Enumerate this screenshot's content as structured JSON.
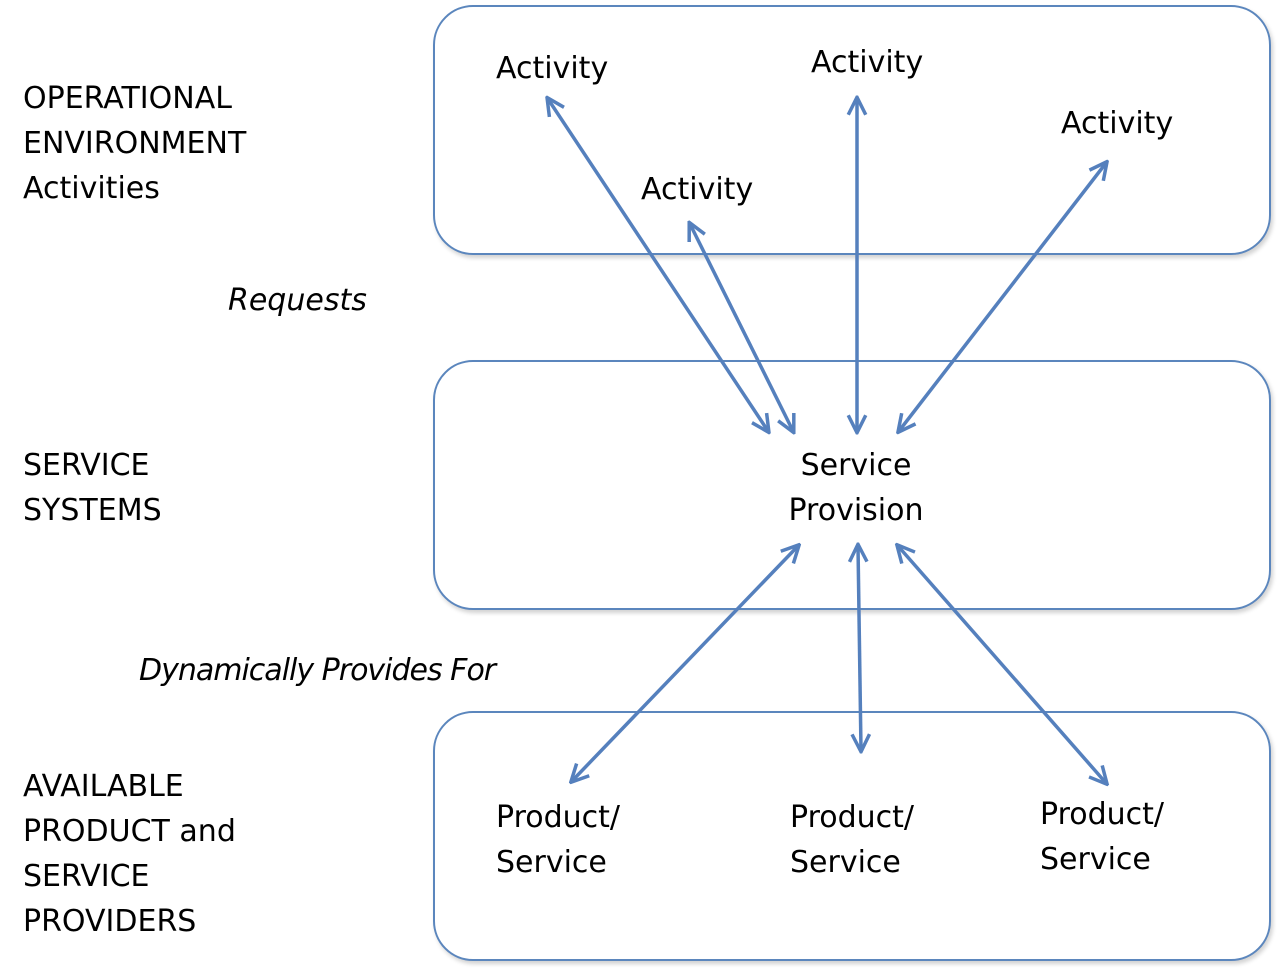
{
  "left_labels": {
    "operational": [
      "OPERATIONAL",
      "ENVIRONMENT",
      "Activities"
    ],
    "service_systems": [
      "SERVICE",
      "SYSTEMS"
    ],
    "providers": [
      "AVAILABLE",
      "PRODUCT and",
      "SERVICE",
      "PROVIDERS"
    ]
  },
  "relations": {
    "requests": "Requests",
    "dynamically_provides_for": "Dynamically Provides For"
  },
  "activities": [
    "Activity",
    "Activity",
    "Activity",
    "Activity"
  ],
  "service_provision": [
    "Service",
    "Provision"
  ],
  "products": [
    [
      "Product/",
      "Service"
    ],
    [
      "Product/",
      "Service"
    ],
    [
      "Product/",
      "Service"
    ]
  ],
  "colors": {
    "box_border": "#5b86bd",
    "arrow": "#5580bd"
  }
}
